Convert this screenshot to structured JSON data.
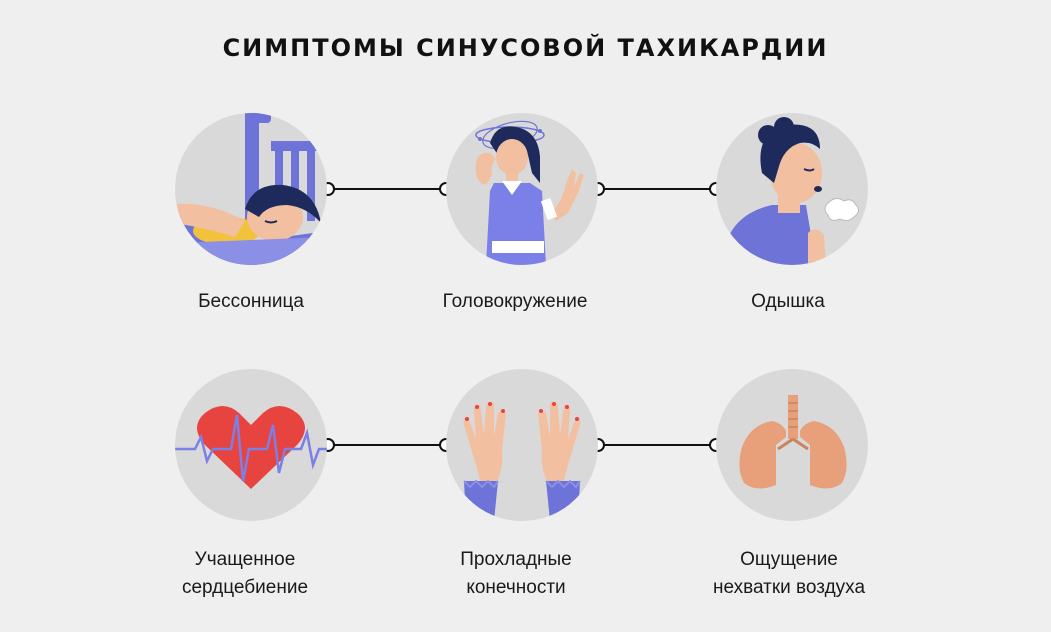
{
  "title": "СИМПТОМЫ СИНУСОВОЙ ТАХИКАРДИИ",
  "symptoms": [
    {
      "label_line1": "Бессонница",
      "label_line2": "",
      "icon": "sleeping-person-icon"
    },
    {
      "label_line1": "Головокружение",
      "label_line2": "",
      "icon": "dizzy-woman-icon"
    },
    {
      "label_line1": "Одышка",
      "label_line2": "",
      "icon": "breathing-man-icon"
    },
    {
      "label_line1": "Учащенное",
      "label_line2": "сердцебиение",
      "icon": "heartbeat-icon"
    },
    {
      "label_line1": "Прохладные",
      "label_line2": "конечности",
      "icon": "cold-hands-icon"
    },
    {
      "label_line1": "Ощущение",
      "label_line2": "нехватки воздуха",
      "icon": "lungs-icon"
    }
  ],
  "colors": {
    "background": "#efefef",
    "circle": "#d9d9d9",
    "accent_purple": "#7b7fe8",
    "heart_red": "#e8443f",
    "skin": "#f2c0a0",
    "lungs": "#e7a07a",
    "hair_navy": "#1f2a5c"
  }
}
